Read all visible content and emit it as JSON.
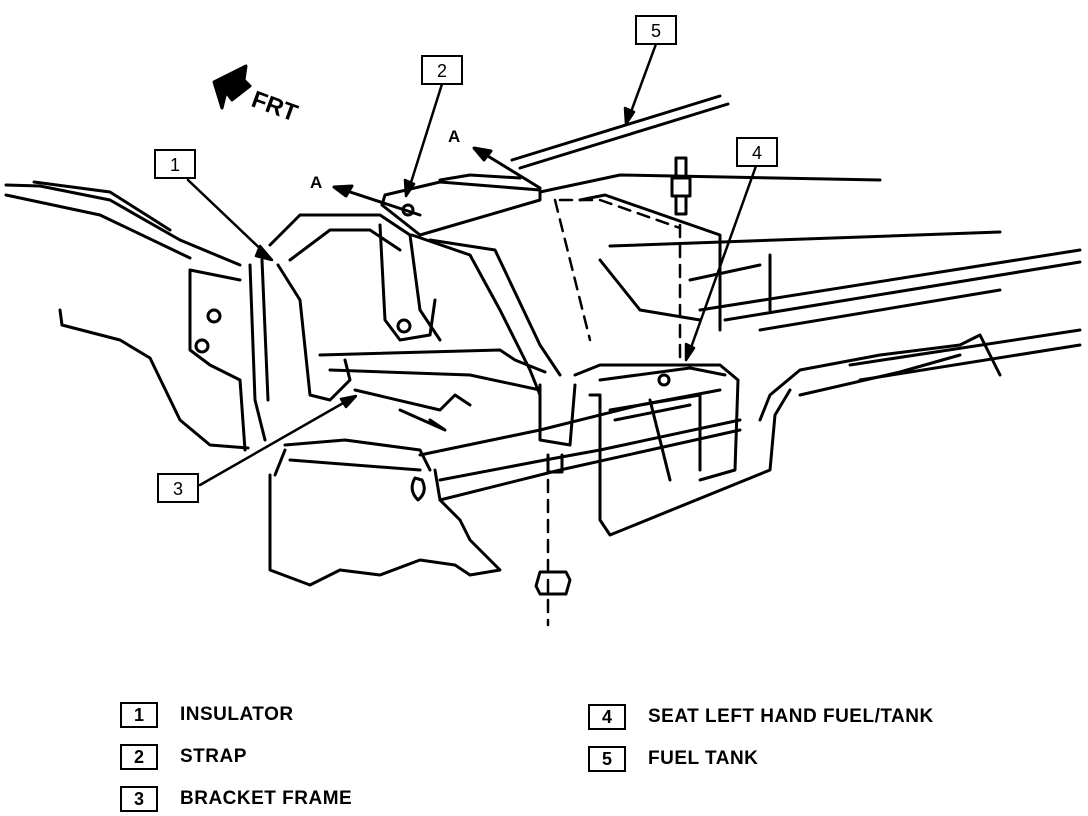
{
  "direction_label": "FRT",
  "section_label": "A",
  "callouts": [
    "1",
    "2",
    "3",
    "4",
    "5"
  ],
  "legend": [
    {
      "number": "1",
      "label": "INSULATOR"
    },
    {
      "number": "2",
      "label": "STRAP"
    },
    {
      "number": "3",
      "label": "BRACKET FRAME"
    },
    {
      "number": "4",
      "label": "SEAT LEFT HAND FUEL/TANK"
    },
    {
      "number": "5",
      "label": "FUEL TANK"
    }
  ]
}
